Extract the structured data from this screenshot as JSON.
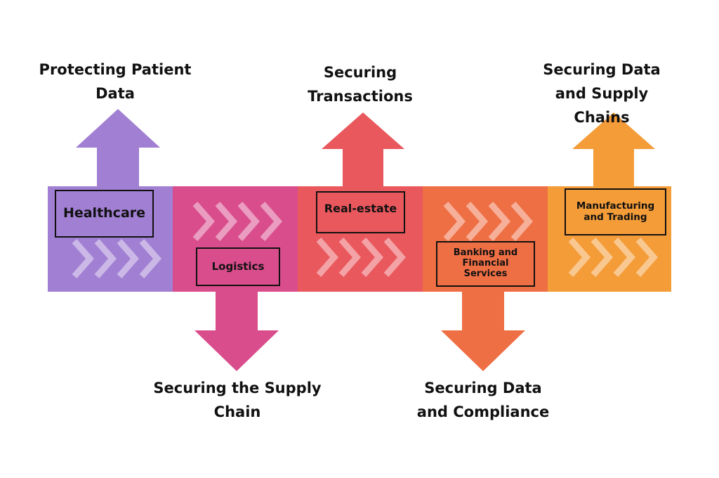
{
  "segments": [
    {
      "label": "Healthcare",
      "caption": "Protecting Patient\nData",
      "color": "#a17fd3",
      "direction": "up"
    },
    {
      "label": "Logistics",
      "caption": "Securing the Supply\nChain",
      "color": "#d94d8c",
      "direction": "down"
    },
    {
      "label": "Real-estate",
      "caption": "Securing\nTransactions",
      "color": "#e9585d",
      "direction": "up"
    },
    {
      "label": "Banking and\nFinancial\nServices",
      "caption": "Securing Data\nand Compliance",
      "color": "#ef6f45",
      "direction": "down"
    },
    {
      "label": "Manufacturing\nand Trading",
      "caption": "Securing Data\nand Supply\nChains",
      "color": "#f49c38",
      "direction": "up"
    }
  ]
}
